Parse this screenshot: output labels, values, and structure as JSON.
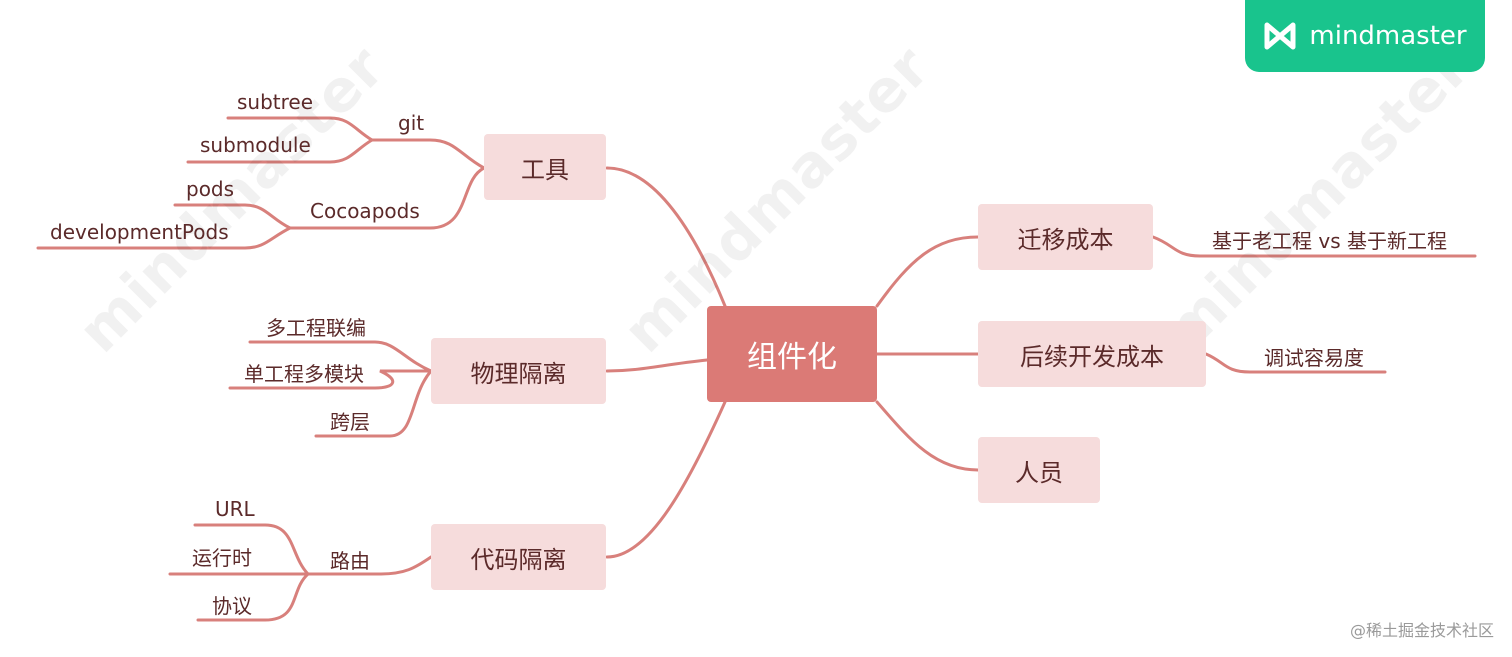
{
  "brand": {
    "name": "mindmaster",
    "color": "#19c48d"
  },
  "watermark": "mindmaster",
  "footer": "@稀土掘金技术社区",
  "colors": {
    "root": "#db7a76",
    "node": "#f6dcdc",
    "line": "#d8807c",
    "text": "#5b2a2a"
  },
  "root": {
    "label": "组件化"
  },
  "left": {
    "tools": {
      "label": "工具",
      "git": {
        "label": "git",
        "items": [
          "subtree",
          "submodule"
        ]
      },
      "cocoapods": {
        "label": "Cocoapods",
        "items": [
          "pods",
          "developmentPods"
        ]
      }
    },
    "physical": {
      "label": "物理隔离",
      "items": [
        "多工程联编",
        "单工程多模块",
        "跨层"
      ]
    },
    "code": {
      "label": "代码隔离",
      "route": {
        "label": "路由",
        "items": [
          "URL",
          "运行时",
          "协议"
        ]
      }
    }
  },
  "right": {
    "migration": {
      "label": "迁移成本",
      "items": [
        "基于老工程 vs 基于新工程"
      ]
    },
    "followup": {
      "label": "后续开发成本",
      "items": [
        "调试容易度"
      ]
    },
    "staff": {
      "label": "人员"
    }
  }
}
